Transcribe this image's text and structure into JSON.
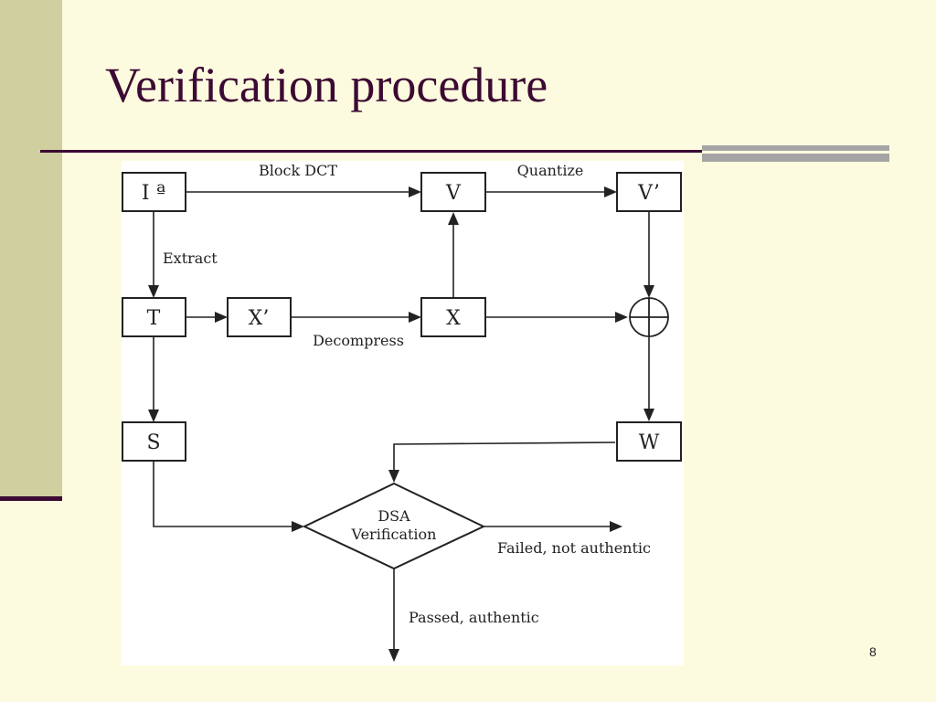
{
  "slide": {
    "title": "Verification procedure",
    "page_number": "8"
  },
  "diagram": {
    "nodes": {
      "ia": "I ª",
      "v": "V",
      "v_prime": "V’",
      "t": "T",
      "x_prime": "X’",
      "x": "X",
      "s": "S",
      "w": "W",
      "xor": "⊕",
      "dsa_line1": "DSA",
      "dsa_line2": "Verification"
    },
    "edges": {
      "block_dct": "Block DCT",
      "quantize": "Quantize",
      "extract": "Extract",
      "decompress": "Decompress",
      "failed": "Failed, not authentic",
      "passed": "Passed, authentic"
    }
  }
}
